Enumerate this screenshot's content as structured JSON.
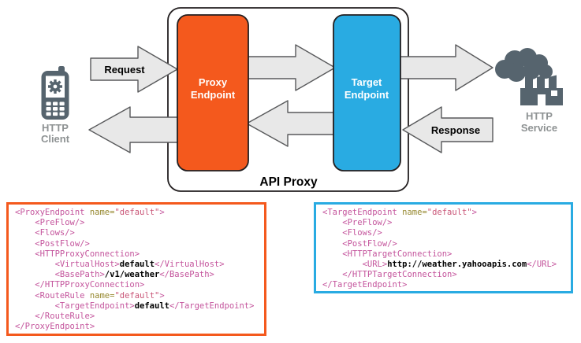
{
  "colors": {
    "proxy_orange": "#F4591D",
    "target_blue": "#29ABE2",
    "arrow_fill": "#E8E8E8",
    "arrow_stroke": "#58595B",
    "icon_slate": "#56646E",
    "icon_label_gray": "#8E9293",
    "code_tag_color": "#C4549C",
    "code_attr_name_color": "#96882F",
    "code_attr_value_color": "#C95577",
    "code_content_color": "#000000"
  },
  "diagram": {
    "api_proxy_label": "API Proxy",
    "request_label": "Request",
    "response_label": "Response",
    "proxy_endpoint_label": [
      "Proxy",
      "Endpoint"
    ],
    "target_endpoint_label": [
      "Target",
      "Endpoint"
    ],
    "http_client_label": [
      "HTTP",
      "Client"
    ],
    "http_service_label": [
      "HTTP",
      "Service"
    ]
  },
  "code_blocks": {
    "proxy_endpoint_xml": {
      "border_color": "#F4591D",
      "lines": [
        [
          {
            "t": "<ProxyEndpoint ",
            "c": "tag"
          },
          {
            "t": "name=",
            "c": "attr"
          },
          {
            "t": "\"default\"",
            "c": "val"
          },
          {
            "t": ">",
            "c": "tag"
          }
        ],
        [
          {
            "t": "    <PreFlow/>",
            "c": "tag"
          }
        ],
        [
          {
            "t": "    <Flows/>",
            "c": "tag"
          }
        ],
        [
          {
            "t": "    <PostFlow/>",
            "c": "tag"
          }
        ],
        [
          {
            "t": "    <HTTPProxyConnection>",
            "c": "tag"
          }
        ],
        [
          {
            "t": "        <VirtualHost>",
            "c": "tag"
          },
          {
            "t": "default",
            "c": "txt"
          },
          {
            "t": "</VirtualHost>",
            "c": "tag"
          }
        ],
        [
          {
            "t": "        <BasePath>",
            "c": "tag"
          },
          {
            "t": "/v1/weather",
            "c": "txt"
          },
          {
            "t": "</BasePath>",
            "c": "tag"
          }
        ],
        [
          {
            "t": "    </HTTPProxyConnection>",
            "c": "tag"
          }
        ],
        [
          {
            "t": "    <RouteRule ",
            "c": "tag"
          },
          {
            "t": "name=",
            "c": "attr"
          },
          {
            "t": "\"default\"",
            "c": "val"
          },
          {
            "t": ">",
            "c": "tag"
          }
        ],
        [
          {
            "t": "        <TargetEndpoint>",
            "c": "tag"
          },
          {
            "t": "default",
            "c": "txt"
          },
          {
            "t": "</TargetEndpoint>",
            "c": "tag"
          }
        ],
        [
          {
            "t": "    </RouteRule>",
            "c": "tag"
          }
        ],
        [
          {
            "t": "</ProxyEndpoint>",
            "c": "tag"
          }
        ]
      ]
    },
    "target_endpoint_xml": {
      "border_color": "#29ABE2",
      "lines": [
        [
          {
            "t": "<TargetEndpoint ",
            "c": "tag"
          },
          {
            "t": "name=",
            "c": "attr"
          },
          {
            "t": "\"default\"",
            "c": "val"
          },
          {
            "t": ">",
            "c": "tag"
          }
        ],
        [
          {
            "t": "    <PreFlow/>",
            "c": "tag"
          }
        ],
        [
          {
            "t": "    <Flows/>",
            "c": "tag"
          }
        ],
        [
          {
            "t": "    <PostFlow/>",
            "c": "tag"
          }
        ],
        [
          {
            "t": "    <HTTPTargetConnection>",
            "c": "tag"
          }
        ],
        [
          {
            "t": "        <URL>",
            "c": "tag"
          },
          {
            "t": "http://weather.yahooapis.com",
            "c": "txt"
          },
          {
            "t": "</URL>",
            "c": "tag"
          }
        ],
        [
          {
            "t": "    </HTTPTargetConnection>",
            "c": "tag"
          }
        ],
        [
          {
            "t": "</TargetEndpoint>",
            "c": "tag"
          }
        ]
      ]
    }
  }
}
